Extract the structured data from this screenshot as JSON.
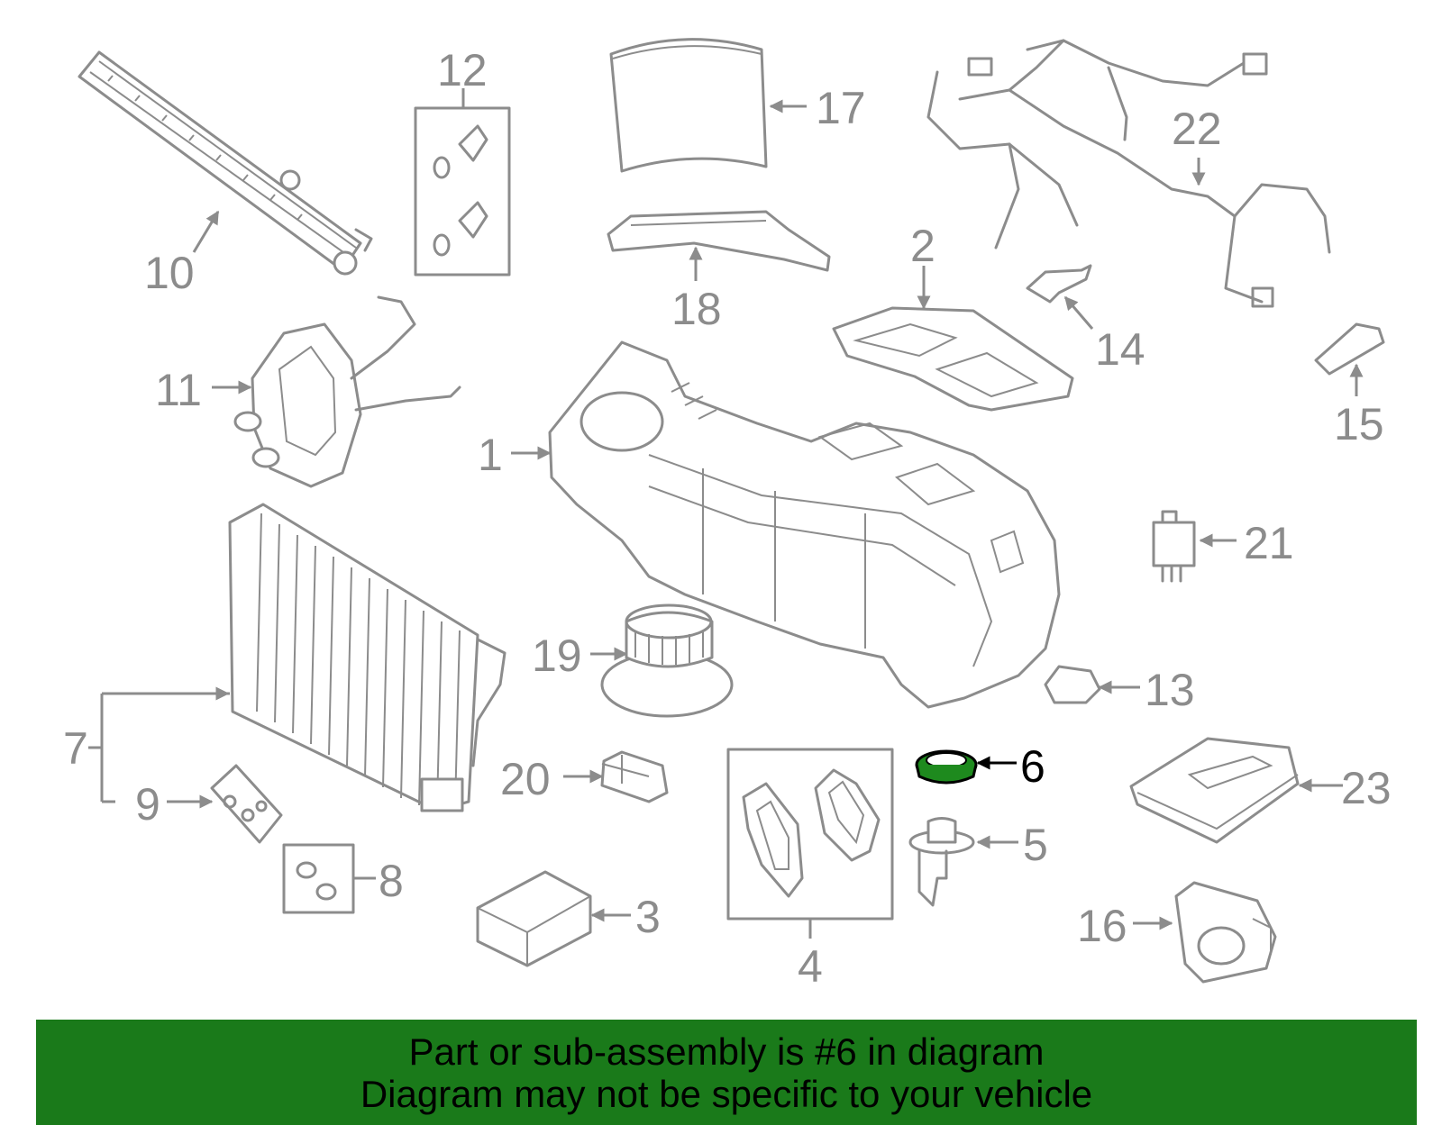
{
  "callouts": [
    "1",
    "2",
    "3",
    "4",
    "5",
    "6",
    "7",
    "8",
    "9",
    "10",
    "11",
    "12",
    "13",
    "14",
    "15",
    "16",
    "17",
    "18",
    "19",
    "20",
    "21",
    "22",
    "23"
  ],
  "highlighted_callout": "6",
  "colors": {
    "banner": "#1a7a1a",
    "highlight_part": "#1e8a1e",
    "line_art": "#8c8c8c"
  },
  "banner": {
    "line1": "Part or sub-assembly is #6 in diagram",
    "line2": "Diagram may not be specific to your vehicle"
  }
}
